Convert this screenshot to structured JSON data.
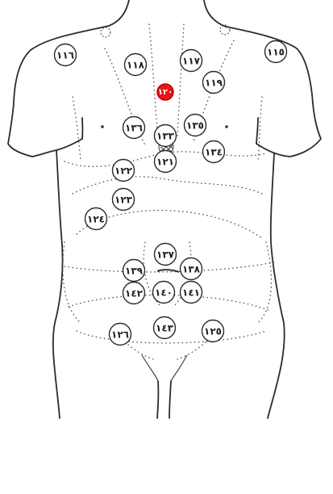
{
  "diagram": {
    "points": [
      {
        "id": "116",
        "label": "١١٦"
      },
      {
        "id": "115",
        "label": "١١٥"
      },
      {
        "id": "118",
        "label": "١١٨"
      },
      {
        "id": "117",
        "label": "١١٧"
      },
      {
        "id": "119",
        "label": "١١٩"
      },
      {
        "id": "120",
        "label": "١٢٠",
        "active": true
      },
      {
        "id": "136",
        "label": "١٣٦"
      },
      {
        "id": "135",
        "label": "١٣٥"
      },
      {
        "id": "133",
        "label": "١٣٣"
      },
      {
        "id": "121",
        "label": "١٢١"
      },
      {
        "id": "134",
        "label": "١٣٤"
      },
      {
        "id": "122",
        "label": "١٢٢"
      },
      {
        "id": "123",
        "label": "١٢٣"
      },
      {
        "id": "124",
        "label": "١٢٤"
      },
      {
        "id": "137",
        "label": "١٣٧"
      },
      {
        "id": "139",
        "label": "١٣٩"
      },
      {
        "id": "138",
        "label": "١٣٨"
      },
      {
        "id": "142",
        "label": "١٤٢"
      },
      {
        "id": "140",
        "label": "١٤٠"
      },
      {
        "id": "141",
        "label": "١٤١"
      },
      {
        "id": "126",
        "label": "١٢٦"
      },
      {
        "id": "143",
        "label": "١٤٣"
      },
      {
        "id": "125",
        "label": "١٢٥"
      }
    ],
    "colors": {
      "active": "#e81616",
      "line": "#2b2b2b",
      "background": "#ffffff"
    }
  }
}
